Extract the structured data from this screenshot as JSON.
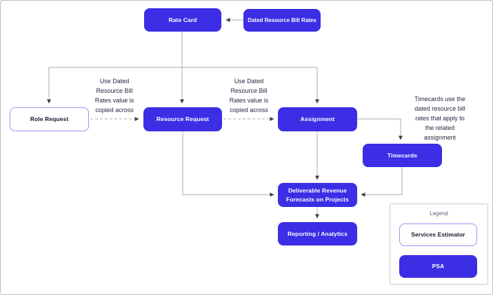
{
  "colors": {
    "psa_fill": "#3b2ee4",
    "estimator_border": "#9b93f0",
    "connector_line": "#ababab",
    "arrowhead": "#3c3c3c",
    "text_dark": "#232741",
    "legend_border": "#c9c9c9"
  },
  "nodes": {
    "rate_card": {
      "label": "Rate Card",
      "type": "psa"
    },
    "dated_resource_bill_rates": {
      "label": "Dated Resource Bill Rates",
      "type": "psa"
    },
    "role_request": {
      "label": "Role Request",
      "type": "services-estimator"
    },
    "resource_request": {
      "label": "Resource Request",
      "type": "psa"
    },
    "assignment": {
      "label": "Assignment",
      "type": "psa"
    },
    "timecards": {
      "label": "Timecards",
      "type": "psa"
    },
    "deliverable_revenue_forecasts": {
      "label": "Deliverable Revenue Forecasts on Projects",
      "type": "psa"
    },
    "reporting_analytics": {
      "label": "Reporting / Analytics",
      "type": "psa"
    }
  },
  "annotations": {
    "copy_note_left": "Use Dated Resource Bill Rates value is copied across",
    "copy_note_right": "Use Dated Resource Bill Rates value is copied across",
    "timecards_note": "Timecards use the dated resource bill rates that apply to the related assignment"
  },
  "legend": {
    "title": "Legend",
    "items": [
      {
        "label": "Services Estimator",
        "style": "outline"
      },
      {
        "label": "PSA",
        "style": "filled"
      }
    ]
  }
}
